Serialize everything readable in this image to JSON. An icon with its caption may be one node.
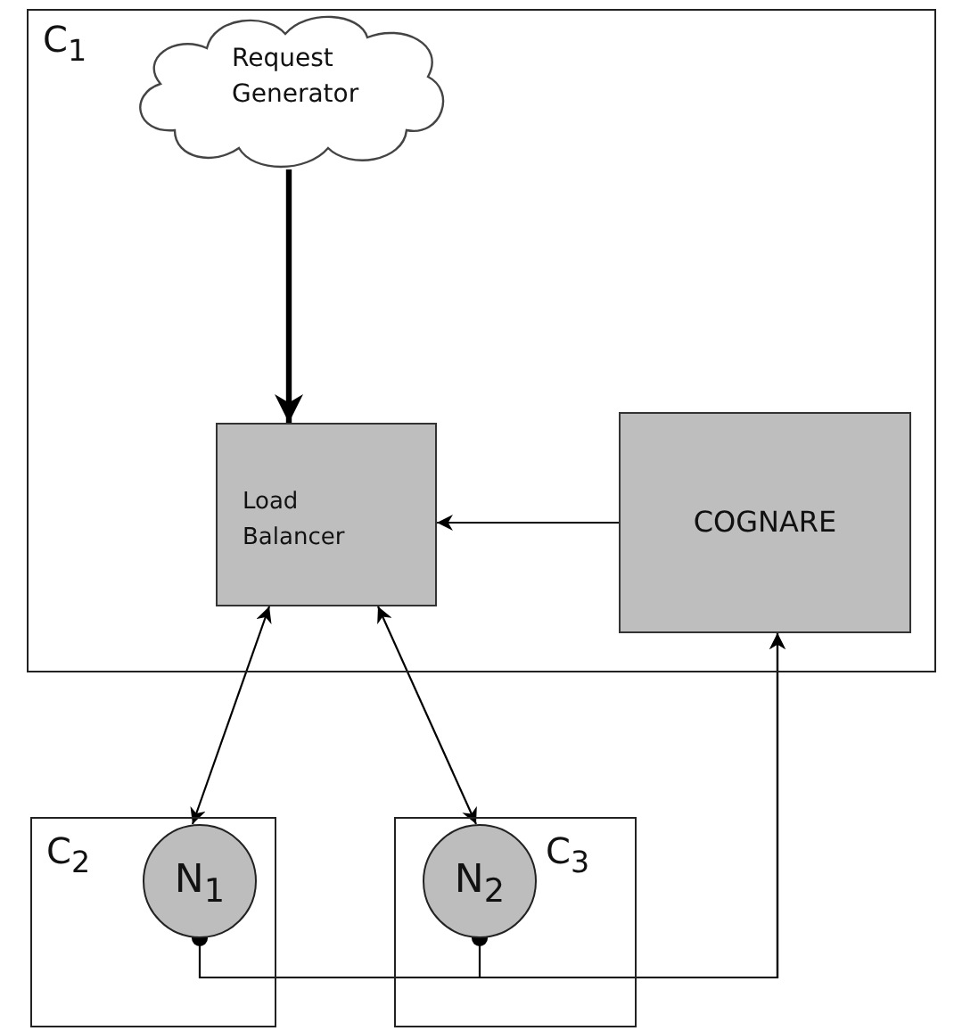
{
  "diagram": {
    "nodes": [
      {
        "text": [
          "C$_{1}$"
        ]
      },
      {
        "text": [
          "Request Generator"
        ],
        "in": 0
      },
      {
        "text": [
          "Load Balancer"
        ],
        "in": 0
      },
      {
        "text": [
          "COGNARE"
        ],
        "in": 0
      },
      {
        "text": [
          "C$_{2}$"
        ]
      },
      {
        "text": [
          "N$_{1}$"
        ],
        "in": 4
      },
      {
        "text": [
          "C$_{3}$"
        ]
      },
      {
        "text": [
          "N$_{2}$"
        ],
        "in": 6
      }
    ],
    "edges": [
      {
        "from": 1,
        "to": 2,
        "arrow": "to",
        "style": "thick"
      },
      {
        "from": 3,
        "to": 2,
        "arrow": "to"
      },
      {
        "from": 2,
        "to": 5,
        "arrow": "both"
      },
      {
        "from": 2,
        "to": 7,
        "arrow": "both"
      },
      {
        "from": 5,
        "to": 3,
        "arrow": "to"
      },
      {
        "from": 7,
        "to": 3,
        "arrow": "to"
      }
    ]
  }
}
